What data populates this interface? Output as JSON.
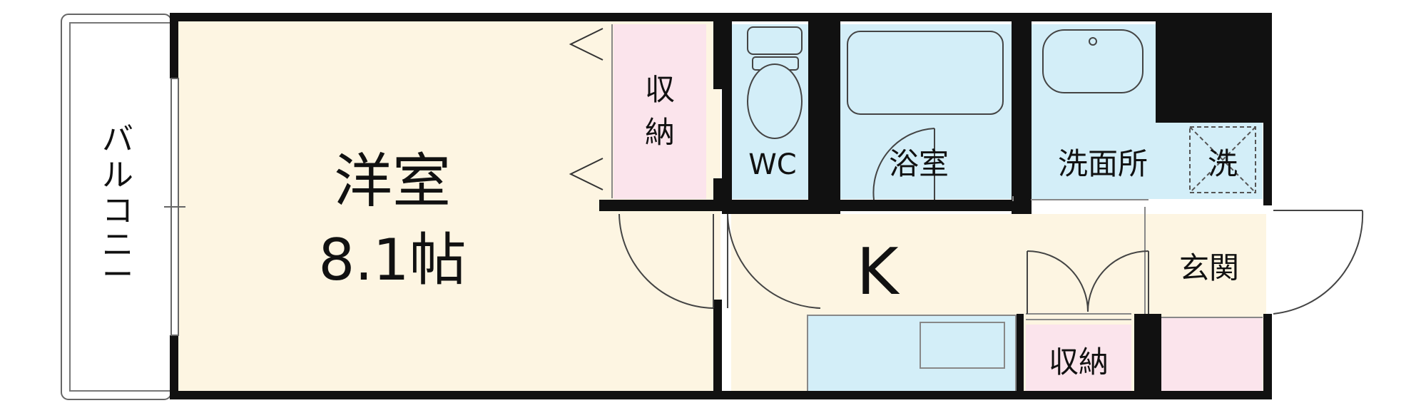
{
  "rooms": {
    "western": {
      "name": "洋室",
      "size": "8.1帖"
    },
    "storage_top": {
      "char1": "収",
      "char2": "納"
    },
    "wc": "WC",
    "bath": "浴室",
    "washroom": "洗面所",
    "washer": "洗",
    "kitchen": "K",
    "entrance": "玄関",
    "storage_bottom": "収納",
    "balcony": [
      "バ",
      "ル",
      "コ",
      "ニ",
      "ー"
    ]
  },
  "colors": {
    "wall": "#111111",
    "western_floor": "#FDF5E2",
    "storage": "#FBE4EC",
    "wet_area": "#D3EEF8",
    "balcony": "#FFFFFF"
  }
}
